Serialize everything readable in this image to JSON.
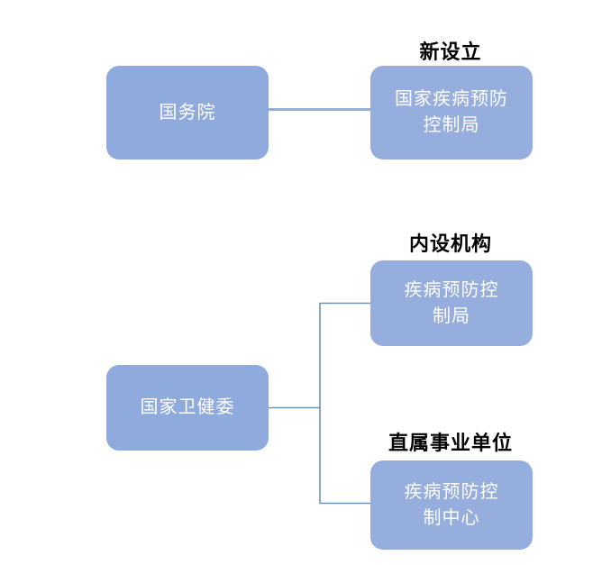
{
  "diagram": {
    "type": "organizational-chart",
    "title_text": "",
    "colors": {
      "node_primary": "#8faadc",
      "node_secondary": "#95aedd",
      "node_text": "#ffffff",
      "caption_text": "#000000",
      "connector_top": "#94aed0",
      "connector_tree": "#6e93ae",
      "background": "#ffffff"
    }
  },
  "captions": {
    "new_establishment": "新设立",
    "internal_body": "内设机构",
    "affiliated_institution": "直属事业单位"
  },
  "nodes": {
    "state_council": "国务院",
    "national_admin_cdc": "国家疾病预防\n控制局",
    "health_commission": "国家卫健委",
    "cdc_bureau": "疾病预防控\n制局",
    "cdc_center": "疾病预防控\n制中心"
  },
  "relations": [
    {
      "from": "国务院",
      "to": "国家疾病预防控制局",
      "label": "新设立"
    },
    {
      "from": "国家卫健委",
      "to": "疾病预防控制局",
      "label": "内设机构"
    },
    {
      "from": "国家卫健委",
      "to": "疾病预防控制中心",
      "label": "直属事业单位"
    }
  ]
}
